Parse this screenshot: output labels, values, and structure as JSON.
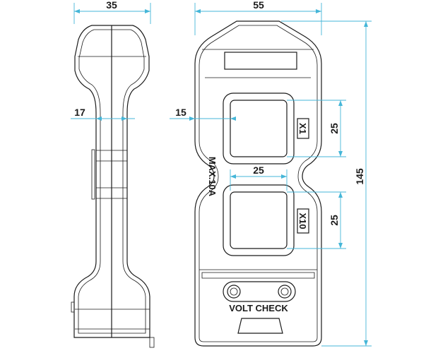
{
  "dimensions": {
    "side_width": "35",
    "side_grip_width": "17",
    "front_width": "55",
    "front_height": "145",
    "left_inset": "15",
    "window_width": "25",
    "upper_window_height": "25",
    "lower_window_height": "25"
  },
  "labels": {
    "range_x1": "X1",
    "range_x10": "X10",
    "max_rating": "MAX.10A",
    "volt_check": "VOLT CHECK"
  },
  "colors": {
    "outline": "#1a1a1a",
    "dimension_line": "#45b6d8"
  }
}
